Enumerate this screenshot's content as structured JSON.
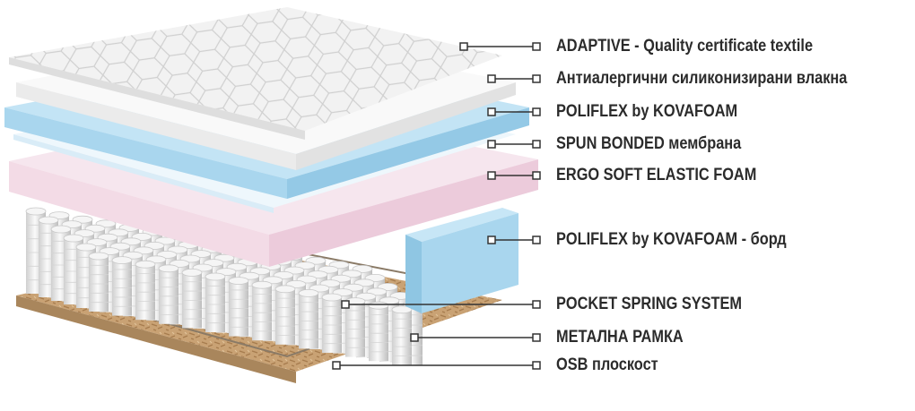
{
  "layers": [
    {
      "label": "ADAPTIVE - Quality certificate textile"
    },
    {
      "label": "Антиалергични силиконизирани влакна"
    },
    {
      "label": "POLIFLEX by KOVAFOAM"
    },
    {
      "label": "SPUN BONDED мембрана"
    },
    {
      "label": "ERGO SOFT ELASTIC FOAM"
    },
    {
      "label": "POLIFLEX by KOVAFOAM - борд"
    },
    {
      "label": "POCKET SPRING SYSTEM"
    },
    {
      "label": "МЕТАЛНА РАМКА"
    },
    {
      "label": "OSB плоскост"
    }
  ],
  "colors": {
    "textile": "#f2f2f2",
    "fiber": "#f7f7f7",
    "blue_foam": "#a9d6ee",
    "membrane": "#e6f3fb",
    "pink_foam": "#f3dbe6",
    "springs": "#e8e8e8",
    "osb": "#c9a274",
    "text": "#2b2b2b",
    "leader": "#333333"
  }
}
